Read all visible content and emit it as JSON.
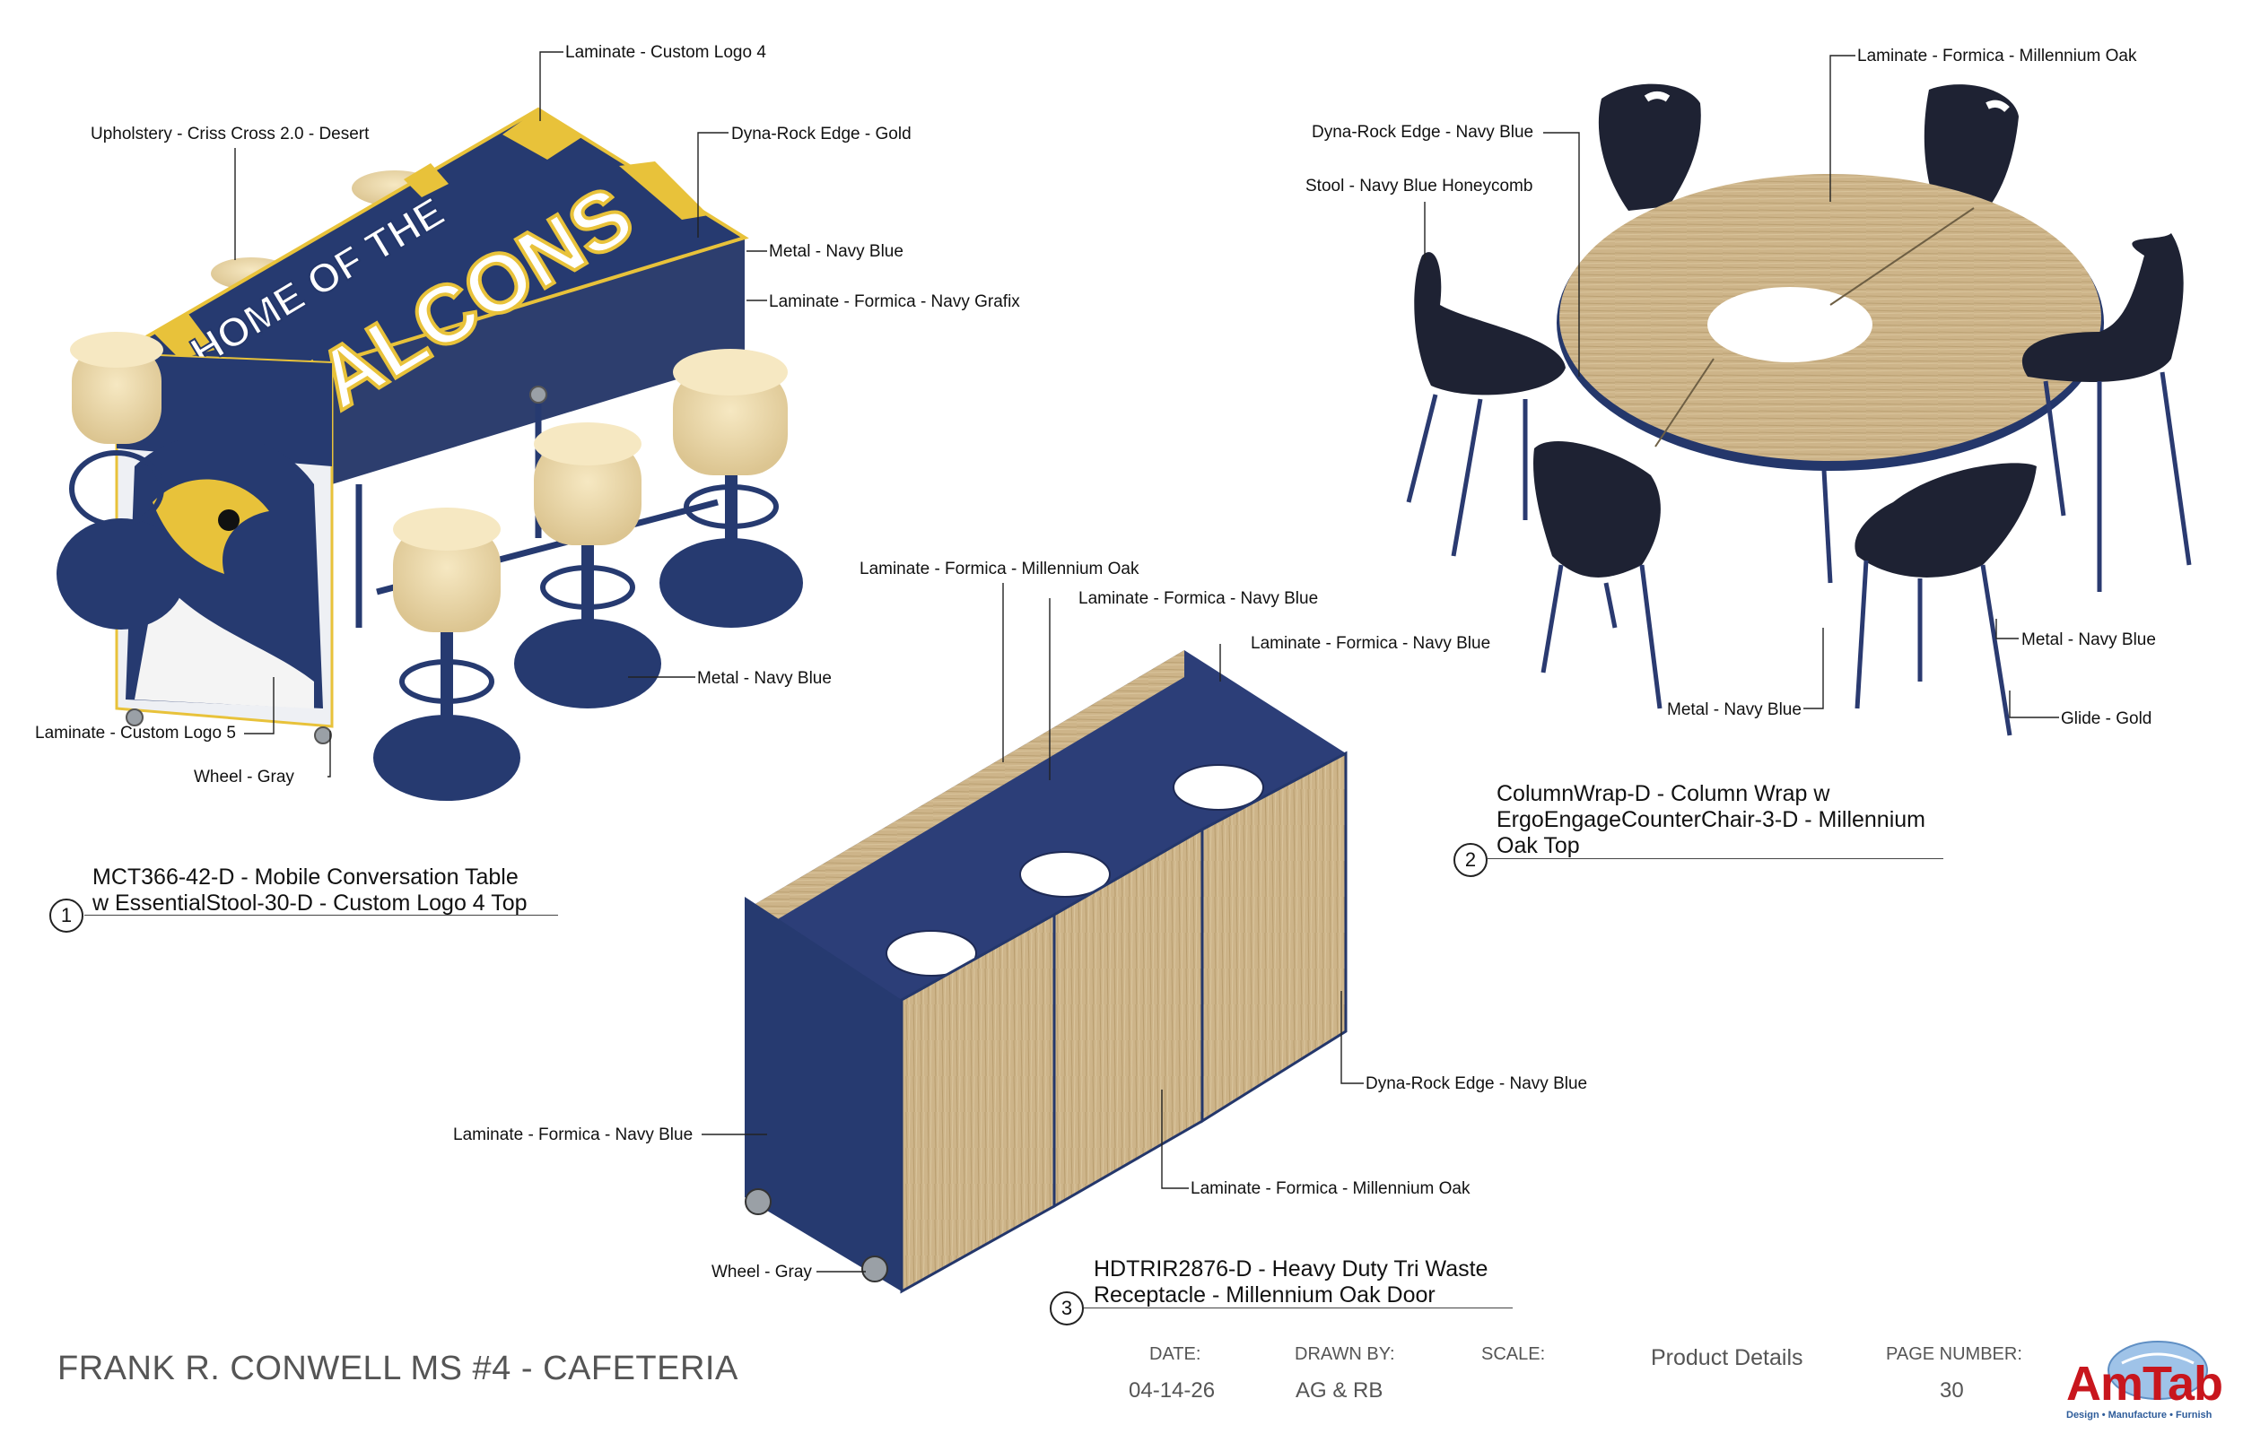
{
  "callouts": {
    "custom_logo_4": "Laminate - Custom Logo 4",
    "upholstery": "Upholstery - Criss Cross 2.0 - Desert",
    "dyna_rock_gold": "Dyna-Rock Edge - Gold",
    "metal_navy_1": "Metal - Navy Blue",
    "laminate_navy_grafix": "Laminate - Formica - Navy Grafix",
    "metal_navy_2": "Metal - Navy Blue",
    "custom_logo_5": "Laminate - Custom Logo 5",
    "wheel_gray_1": "Wheel - Gray",
    "laminate_oak_top_2": "Laminate - Formica - Millennium Oak",
    "dyna_rock_navy_2": "Dyna-Rock Edge - Navy Blue",
    "stool_navy": "Stool - Navy Blue Honeycomb",
    "metal_navy_3": "Metal - Navy Blue",
    "metal_navy_4": "Metal - Navy Blue",
    "glide_gold": "Glide - Gold",
    "laminate_oak_3a": "Laminate - Formica - Millennium Oak",
    "laminate_navy_3a": "Laminate - Formica - Navy Blue",
    "laminate_navy_3b": "Laminate - Formica - Navy Blue",
    "dyna_rock_navy_3": "Dyna-Rock Edge - Navy Blue",
    "laminate_navy_3c": "Laminate - Formica - Navy Blue",
    "laminate_oak_3b": "Laminate - Formica - Millennium Oak",
    "wheel_gray_3": "Wheel - Gray"
  },
  "items": [
    {
      "number": "1",
      "line1": "MCT366-42-D - Mobile Conversation Table",
      "line2": "w EssentialStool-30-D - Custom Logo 4 Top"
    },
    {
      "number": "2",
      "line1": "ColumnWrap-D - Column Wrap w",
      "line2": "ErgoEngageCounterChair-3-D - Millennium",
      "line3": "Oak Top"
    },
    {
      "number": "3",
      "line1": "HDTRIR2876-D - Heavy Duty Tri Waste",
      "line2": "Receptacle - Millennium Oak Door"
    }
  ],
  "graphic_text": {
    "top": "HOME OF THE",
    "main": "FALCONS"
  },
  "title_block": {
    "title": "FRANK R. CONWELL MS #4 - CAFETERIA",
    "date_label": "DATE:",
    "date_value": "04-14-26",
    "drawn_by_label": "DRAWN BY:",
    "drawn_by_value": "AG & RB",
    "scale_label": "SCALE:",
    "sheet_name": "Product Details",
    "page_label": "PAGE NUMBER:",
    "page_value": "30"
  },
  "logo": {
    "word": "AmTab",
    "tagline": "Design • Manufacture • Furnish"
  },
  "colors": {
    "navy": "#24376b",
    "gold": "#e8c23a",
    "oak": "#cdb489",
    "cream": "#ecd9a8"
  }
}
